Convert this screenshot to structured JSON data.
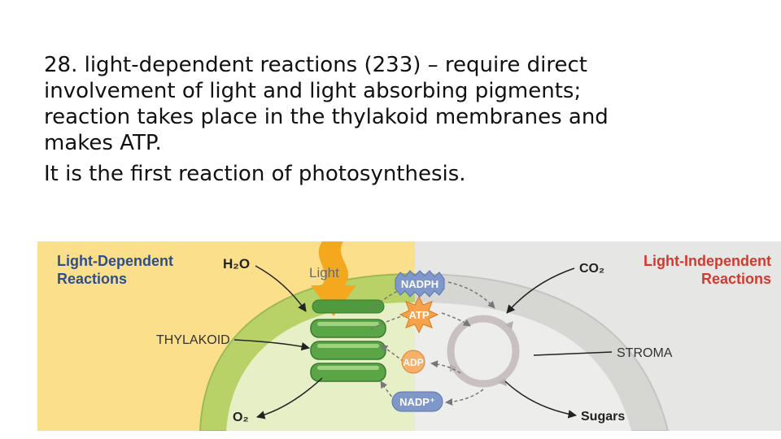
{
  "slide": {
    "line1": "28. light-dependent reactions (233) – require direct",
    "line2": "involvement of light and light absorbing pigments;",
    "line3": "reaction takes place in the thylakoid membranes and",
    "line4": "makes ATP.",
    "line5": "It is the first reaction of photosynthesis."
  },
  "diagram": {
    "left_title_1": "Light-Dependent",
    "left_title_2": "Reactions",
    "right_title_1": "Light-Independent",
    "right_title_2": "Reactions",
    "h2o": "H₂O",
    "light": "Light",
    "thylakoid": "THYLAKOID",
    "o2": "O₂",
    "co2": "CO₂",
    "stroma": "STROMA",
    "sugars": "Sugars",
    "nadph": "NADPH",
    "atp": "ATP",
    "adp": "ADP",
    "nadp": "NADP⁺",
    "colors": {
      "left_bg": "#fbdf8a",
      "right_bg": "#e6e6e4",
      "title_blue": "#2d4f8e",
      "title_red": "#d23a2f",
      "membrane_green": "#b8d267",
      "thylakoid_green": "#4f9a3e",
      "light_orange": "#f4a81e"
    }
  }
}
